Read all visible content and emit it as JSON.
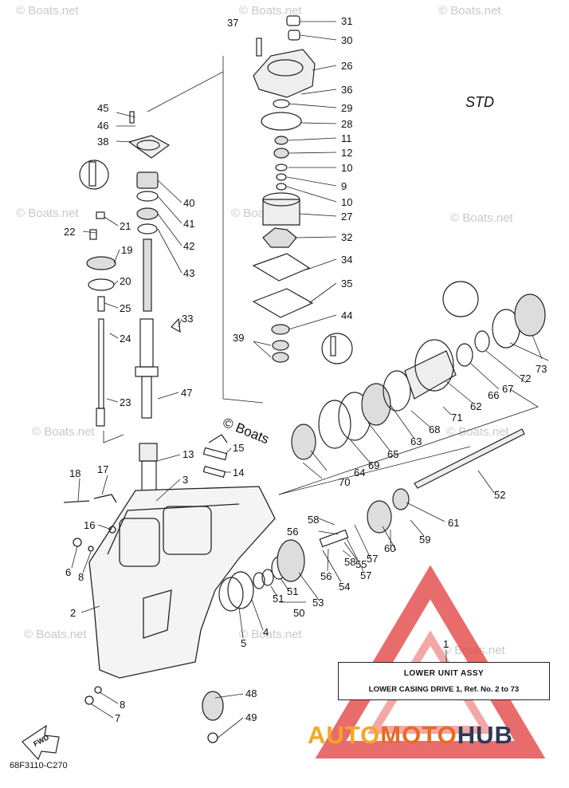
{
  "diagram_label": "STD",
  "watermark_text": "© Boats.net",
  "watermark_big": "© Boats",
  "diagram_code": "68F3110-C270",
  "fwd_label": "FWD",
  "assembly_box": {
    "title": "LOWER  UNIT  ASSY",
    "subtitle": "LOWER CASING DRIVE 1,  Ref. No. 2 to 73",
    "ref_number": "1"
  },
  "logo": {
    "part1": "AUTO",
    "part2": "MOTO",
    "part3": "HUB"
  },
  "colors": {
    "logo_auto": "#f5a623",
    "logo_moto": "#e86a24",
    "logo_hub": "#2d3a55",
    "logo_triangle": "#e23b3b"
  },
  "callouts": [
    "37",
    "31",
    "30",
    "26",
    "36",
    "29",
    "28",
    "11",
    "12",
    "10",
    "9",
    "10",
    "27",
    "32",
    "34",
    "35",
    "44",
    "39",
    "45",
    "46",
    "38",
    "40",
    "41",
    "42",
    "43",
    "21",
    "22",
    "19",
    "20",
    "25",
    "24",
    "33",
    "23",
    "47",
    "13",
    "15",
    "14",
    "3",
    "18",
    "17",
    "16",
    "6",
    "8",
    "2",
    "5",
    "4",
    "51",
    "51",
    "50",
    "53",
    "54",
    "55",
    "56",
    "56",
    "57",
    "57",
    "58",
    "58",
    "59",
    "60",
    "61",
    "52",
    "62",
    "63",
    "64",
    "65",
    "66",
    "67",
    "67",
    "68",
    "69",
    "70",
    "71",
    "72",
    "73",
    "48",
    "49",
    "8",
    "7"
  ]
}
